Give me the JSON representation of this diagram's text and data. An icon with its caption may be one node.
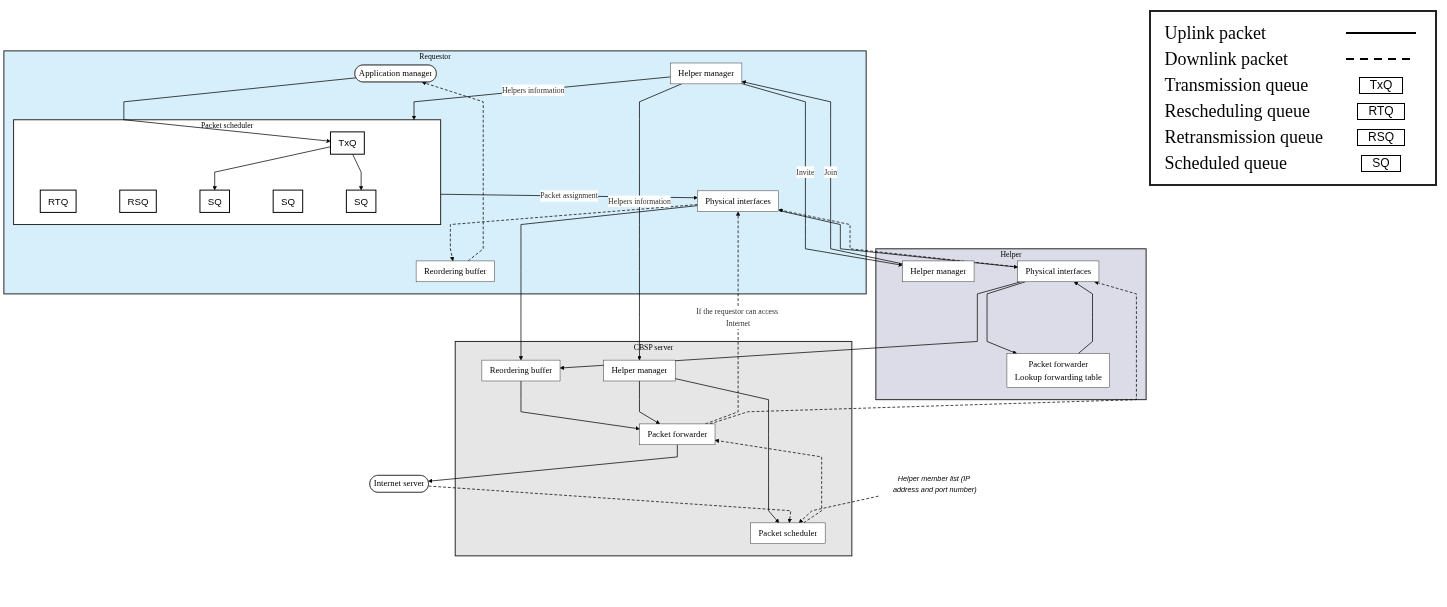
{
  "diagram": {
    "nodes": [
      {
        "text": [
          "Requestor"
        ]
      },
      {
        "text": [
          "Application manager"
        ],
        "in": 0
      },
      {
        "text": [
          "Reordering buffer"
        ],
        "in": 0
      },
      {
        "text": [
          "Helper manager"
        ],
        "in": 0
      },
      {
        "text": [
          "Packet scheduler"
        ],
        "in": 0
      },
      {
        "text": [
          "TxQ"
        ],
        "in": 4
      },
      {
        "text": [
          "RTQ"
        ],
        "in": 4
      },
      {
        "text": [
          "RSQ"
        ],
        "in": 4
      },
      {
        "text": [
          "SQ"
        ],
        "in": 4
      },
      {
        "text": [
          "SQ"
        ],
        "in": 4
      },
      {
        "text": [
          "SQ"
        ],
        "in": 4
      },
      {
        "text": [
          "Physical interfaces"
        ],
        "in": 0
      },
      {
        "text": [
          "Helper"
        ]
      },
      {
        "text": [
          "Helper manager"
        ],
        "in": 12
      },
      {
        "text": [
          "Packet forwarder",
          "Lookup forwarding table"
        ],
        "in": 12
      },
      {
        "text": [
          "Physical interfaces"
        ],
        "in": 12
      },
      {
        "text": [
          "CBSP server"
        ]
      },
      {
        "text": [
          "Reordering buffer"
        ],
        "in": 16
      },
      {
        "text": [
          "Helper manager"
        ],
        "in": 16
      },
      {
        "text": [
          "Packet scheduler"
        ],
        "in": 16
      },
      {
        "text": [
          "Packet forwarder"
        ],
        "in": 16
      },
      {
        "text": [
          "Internet server"
        ]
      },
      {
        "text": [
          "Helper member list (IP address and port number)"
        ]
      }
    ],
    "edges": [
      {
        "from": 2,
        "to": 1,
        "arrow": "to",
        "style": "dashed"
      },
      {
        "from": 11,
        "to": 2,
        "arrow": "to",
        "style": "dashed"
      },
      {
        "from": 1,
        "to": 5,
        "arrow": "to"
      },
      {
        "from": 3,
        "to": 4,
        "arrow": "to",
        "label": "Helpers information"
      },
      {
        "from": 5,
        "to": 8,
        "arrow": "to"
      },
      {
        "from": 5,
        "to": 10,
        "arrow": "to"
      },
      {
        "from": 4,
        "to": 11,
        "arrow": "to",
        "label": "Packet assignment"
      },
      {
        "from": 20,
        "to": 11,
        "arrow": "to",
        "style": "dashed",
        "label": "If the requestor can access Internet"
      },
      {
        "from": 3,
        "to": 13,
        "arrow": "to",
        "label": "Invite"
      },
      {
        "from": 13,
        "to": 3,
        "arrow": "to",
        "label": "Join"
      },
      {
        "from": 3,
        "to": 18,
        "arrow": "to",
        "label": "Helpers information"
      },
      {
        "from": 11,
        "to": 15,
        "arrow": "to"
      },
      {
        "from": 15,
        "to": 11,
        "arrow": "to",
        "style": "dashed"
      },
      {
        "from": 11,
        "to": 17,
        "arrow": "to"
      },
      {
        "from": 15,
        "to": 17,
        "arrow": "to"
      },
      {
        "from": 15,
        "to": 14,
        "arrow": "to"
      },
      {
        "from": 14,
        "to": 15,
        "arrow": "to"
      },
      {
        "from": 20,
        "to": 15,
        "arrow": "to",
        "style": "dashed"
      },
      {
        "from": 17,
        "to": 20,
        "arrow": "to"
      },
      {
        "from": 18,
        "to": 19,
        "arrow": "to"
      },
      {
        "from": 18,
        "to": 20,
        "arrow": "to"
      },
      {
        "from": 19,
        "to": 20,
        "arrow": "to",
        "style": "dashed"
      },
      {
        "from": 20,
        "to": 21,
        "arrow": "to"
      },
      {
        "from": 21,
        "to": 19,
        "arrow": "to",
        "style": "dashed"
      },
      {
        "from": 22,
        "to": 19,
        "arrow": "to",
        "style": "dashed"
      }
    ],
    "labels": [
      "TxQ",
      "RTQ",
      "RSQ",
      "SQ"
    ],
    "legend": [
      {
        "text": "Uplink packet"
      },
      {
        "text": "Downlink packet"
      },
      {
        "text": "Transmission queue"
      },
      {
        "text": "Rescheduling queue"
      },
      {
        "text": "Retransmission queue"
      },
      {
        "text": "Scheduled queue"
      }
    ]
  }
}
